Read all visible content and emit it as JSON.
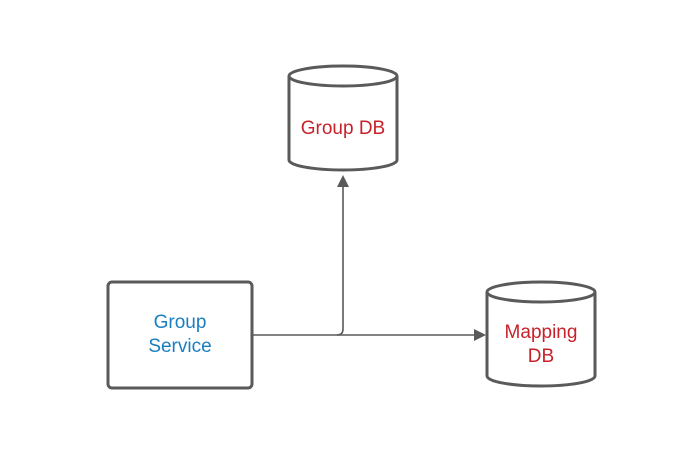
{
  "diagram": {
    "nodes": {
      "group_service": {
        "label_line1": "Group",
        "label_line2": "Service",
        "shape": "rectangle",
        "text_color": "#1a7fc1"
      },
      "group_db": {
        "label": "Group DB",
        "shape": "cylinder",
        "text_color": "#c7222a"
      },
      "mapping_db": {
        "label_line1": "Mapping",
        "label_line2": "DB",
        "shape": "cylinder",
        "text_color": "#c7222a"
      }
    },
    "edges": [
      {
        "from": "group_service",
        "to": "group_db"
      },
      {
        "from": "group_service",
        "to": "mapping_db"
      }
    ],
    "colors": {
      "stroke": "#5a5a5a",
      "background": "#ffffff"
    }
  }
}
